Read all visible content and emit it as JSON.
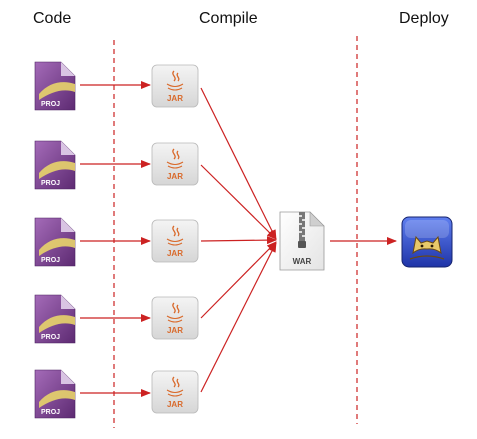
{
  "phases": {
    "code": "Code",
    "compile": "Compile",
    "deploy": "Deploy"
  },
  "proj_files": [
    {
      "label": "PROJ"
    },
    {
      "label": "PROJ"
    },
    {
      "label": "PROJ"
    },
    {
      "label": "PROJ"
    },
    {
      "label": "PROJ"
    }
  ],
  "jar_files": [
    {
      "label": "JAR"
    },
    {
      "label": "JAR"
    },
    {
      "label": "JAR"
    },
    {
      "label": "JAR"
    },
    {
      "label": "JAR"
    }
  ],
  "war_file": {
    "label": "WAR"
  },
  "deploy_target": {
    "icon": "tomcat-server-icon"
  },
  "colors": {
    "arrow": "#cc2222",
    "divider": "#cc2222",
    "proj_purple": "#7b3d8f",
    "jar_orange": "#d9692a",
    "server_blue": "#2c48c4"
  }
}
